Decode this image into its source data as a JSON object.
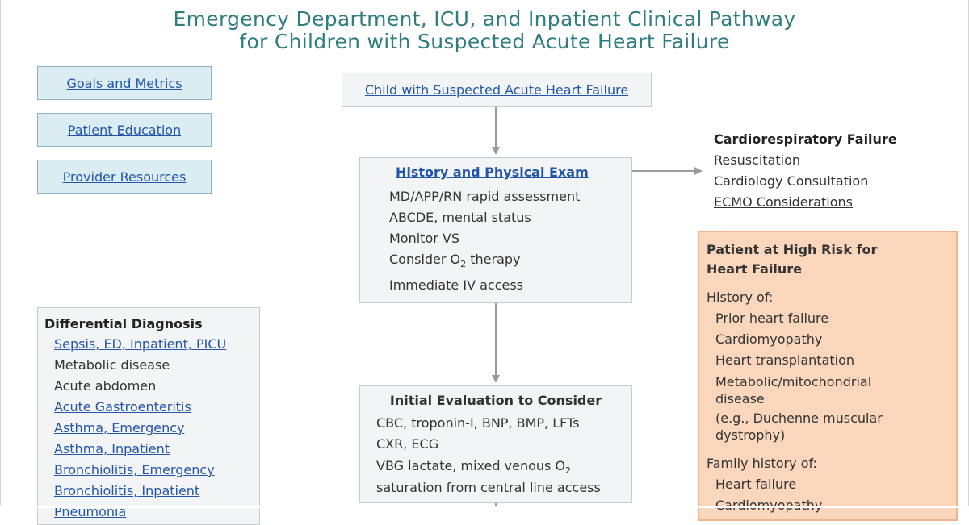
{
  "title": {
    "line1": "Emergency Department, ICU, and Inpatient Clinical Pathway",
    "line2": "for Children with Suspected Acute Heart Failure"
  },
  "nav": {
    "goals": "Goals and Metrics",
    "education": "Patient Education",
    "resources": "Provider Resources"
  },
  "start_box": {
    "label": "Child with Suspected Acute Heart Failure"
  },
  "history_box": {
    "title": "History and Physical Exam",
    "items": [
      "MD/APP/RN rapid assessment",
      "ABCDE, mental status",
      "Monitor VS",
      "Consider O",
      "Immediate IV access"
    ],
    "o2_sub": "2",
    "o2_tail": " therapy"
  },
  "cardio_failure": {
    "title": "Cardiorespiratory Failure",
    "items": [
      "Resuscitation",
      "Cardiology Consultation"
    ],
    "link": "ECMO Considerations"
  },
  "initial_eval": {
    "title": "Initial Evaluation to Consider",
    "items": [
      "CBC, troponin-I, BNP, BMP, LFTs",
      "CXR, ECG"
    ],
    "vbg_prefix": "VBG lactate, mixed venous O",
    "vbg_sub": "2",
    "vbg_tail": "saturation from central line access"
  },
  "high_risk": {
    "title_line1": "Patient at High Risk for",
    "title_line2": "Heart Failure",
    "history_label": "History of:",
    "history_items": [
      "Prior heart failure",
      "Cardiomyopathy",
      "Heart transplantation"
    ],
    "metabolic_line1": "Metabolic/mitochondrial",
    "metabolic_line2": "disease",
    "example_line1": "(e.g., Duchenne muscular",
    "example_line2": "dystrophy)",
    "family_label": "Family history of:",
    "family_items": [
      "Heart failure",
      "Cardiomyopathy"
    ]
  },
  "differential": {
    "title": "Differential Diagnosis",
    "items": [
      {
        "label": "Sepsis, ED, Inpatient, PICU",
        "link": true
      },
      {
        "label": "Metabolic disease",
        "link": false
      },
      {
        "label": "Acute abdomen",
        "link": false
      },
      {
        "label": "Acute Gastroenteritis",
        "link": true
      },
      {
        "label": "Asthma, Emergency",
        "link": true
      },
      {
        "label": "Asthma, Inpatient",
        "link": true
      },
      {
        "label": "Bronchiolitis, Emergency",
        "link": true
      },
      {
        "label": "Bronchiolitis, Inpatient",
        "link": true
      },
      {
        "label": "Pneumonia",
        "link": true
      }
    ]
  },
  "colors": {
    "title": "#2f7d7f",
    "link": "#2356a8",
    "nav_bg": "#dcecf3",
    "risk_bg": "#fad6bc",
    "box_bg": "#f2f4f5",
    "arrow": "#9a9a9a"
  }
}
